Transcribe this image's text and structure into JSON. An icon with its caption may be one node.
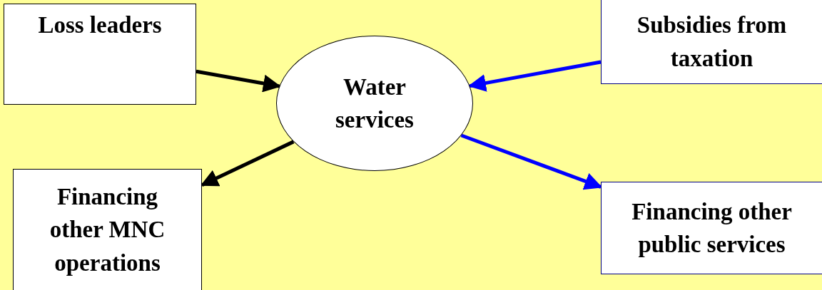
{
  "diagram": {
    "nodes": [
      {
        "text": [
          "Loss leaders"
        ]
      },
      {
        "text": [
          "Subsidies from taxation"
        ]
      },
      {
        "text": [
          "Water services"
        ]
      },
      {
        "text": [
          "Financing other MNC operations"
        ]
      },
      {
        "text": [
          "Financing other public services"
        ]
      }
    ],
    "edges": [
      {
        "from": 0,
        "to": 2,
        "arrow": "to"
      },
      {
        "from": 1,
        "to": 2,
        "arrow": "to",
        "color": "#0000ff"
      },
      {
        "from": 2,
        "to": 3,
        "arrow": "to"
      },
      {
        "from": 2,
        "to": 4,
        "arrow": "to",
        "color": "#0000ff"
      }
    ]
  }
}
